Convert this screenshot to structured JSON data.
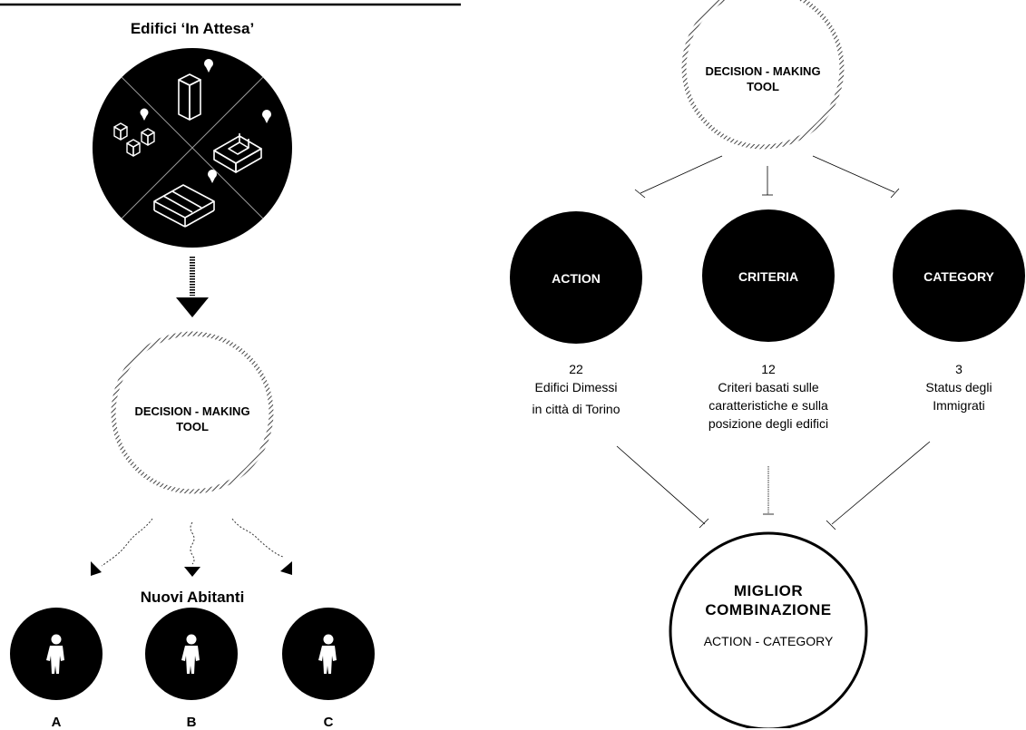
{
  "left": {
    "title": "Edifici ‘In Attesa’",
    "tool": {
      "line1": "DECISION - MAKING",
      "line2": "TOOL"
    },
    "residents_title": "Nuovi Abitanti",
    "residents": [
      {
        "label": "A"
      },
      {
        "label": "B"
      },
      {
        "label": "C"
      }
    ]
  },
  "right": {
    "tool": {
      "line1": "DECISION - MAKING",
      "line2": "TOOL"
    },
    "nodes": [
      {
        "label": "ACTION",
        "count": "22",
        "desc1": "Edifici Dimessi",
        "desc2": "in città di Torino"
      },
      {
        "label": "CRITERIA",
        "count": "12",
        "desc1": "Criteri basati sulle",
        "desc2": "caratteristiche e sulla",
        "desc3": "posizione degli edifici"
      },
      {
        "label": "CATEGORY",
        "count": "3",
        "desc1": "Status degli",
        "desc2": "Immigrati"
      }
    ],
    "result": {
      "line1": "MIGLIOR",
      "line2": "COMBINAZIONE",
      "sub": "ACTION - CATEGORY"
    }
  }
}
